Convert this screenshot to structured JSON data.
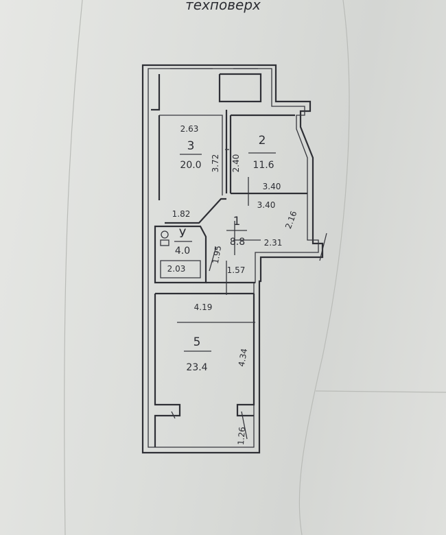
{
  "header_text": "техповерх",
  "rooms": [
    {
      "id": "1",
      "number": "1",
      "area": "8.8"
    },
    {
      "id": "2",
      "number": "2",
      "area": "11.6"
    },
    {
      "id": "3",
      "number": "3",
      "area": "20.0"
    },
    {
      "id": "4",
      "number": "У",
      "area": "4.0"
    },
    {
      "id": "5",
      "number": "5",
      "area": "23.4"
    }
  ],
  "dimensions": {
    "room3_width": "2.63",
    "room3_length": "3.72",
    "room2_left": "2.40",
    "room2_bottom": "3.40",
    "room1_top": "3.40",
    "room1_diagonal": "2.16",
    "room1_right": "2.31",
    "corridor_left": "1.95",
    "corridor_bottom": "1.57",
    "hall_top": "1.82",
    "bath_tub": "2.03",
    "room5_width": "4.19",
    "room5_length": "4.34",
    "room5_corner": "1.26"
  }
}
